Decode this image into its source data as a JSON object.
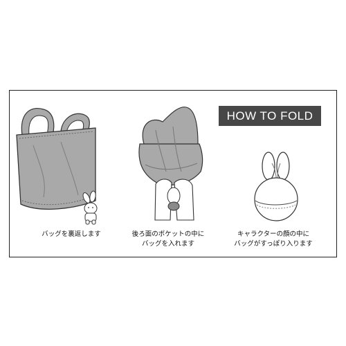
{
  "title": "HOW TO FOLD",
  "steps": [
    {
      "caption_line1": "バッグを裏返します",
      "caption_line2": ""
    },
    {
      "caption_line1": "後ろ面のポケットの中に",
      "caption_line2": "バッグを入れます"
    },
    {
      "caption_line1": "キャラクターの顔の中に",
      "caption_line2": "バッグがすっぽり入ります"
    }
  ]
}
